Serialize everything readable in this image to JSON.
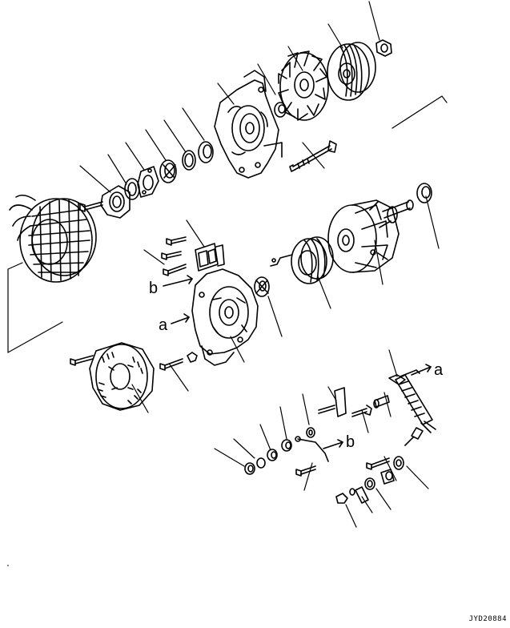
{
  "drawing": {
    "code": "JYD20884",
    "labels": {
      "a_left": "a",
      "a_right": "a",
      "b_left": "b",
      "b_right": "b"
    }
  },
  "colors": {
    "line": "#000000",
    "background": "#ffffff"
  }
}
